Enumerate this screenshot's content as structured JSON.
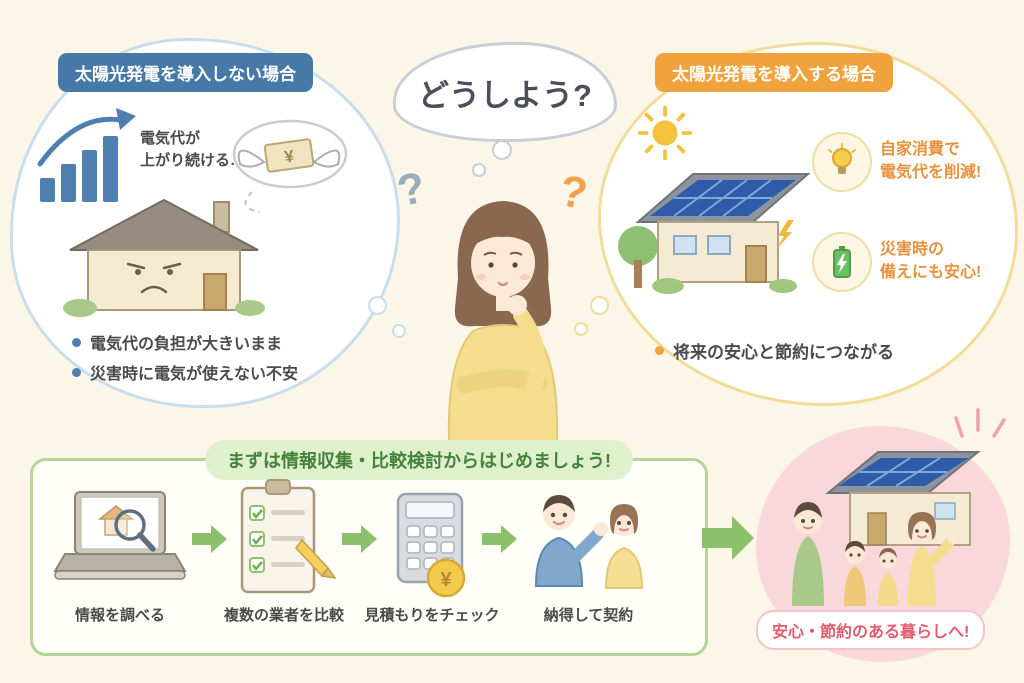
{
  "colors": {
    "background": "#FBF6E8",
    "blue_accent": "#4679A8",
    "orange_accent": "#F0A23C",
    "green_accent": "#8CC06B",
    "pink_accent": "#E25A6E",
    "solar_panel": "#2E5CA8"
  },
  "left_bubble": {
    "header": "太陽光発電を導入しない場合",
    "note_line1": "電気代が",
    "note_line2": "上がり続ける…",
    "money_symbol": "¥",
    "bullets": [
      {
        "label": "電気代の負担が大きいまま"
      },
      {
        "label": "災害時に電気が使えない不安"
      }
    ]
  },
  "center": {
    "thought": "どうしよう?",
    "question_left": "?",
    "question_right": "?"
  },
  "right_bubble": {
    "header": "太陽光発電を導入する場合",
    "benefit1_line1": "自家消費で",
    "benefit1_line2": "電気代を削減!",
    "benefit2_line1": "災害時の",
    "benefit2_line2": "備えにも安心!",
    "bullet": "将来の安心と節約につながる"
  },
  "process": {
    "header": "まずは情報収集・比較検討からはじめましょう!",
    "steps": [
      {
        "label": "情報を調べる"
      },
      {
        "label": "複数の業者を比較"
      },
      {
        "label": "見積もりをチェック"
      },
      {
        "label": "納得して契約"
      }
    ],
    "coin_symbol": "¥"
  },
  "result": {
    "badge": "安心・節約のある暮らしへ!"
  }
}
